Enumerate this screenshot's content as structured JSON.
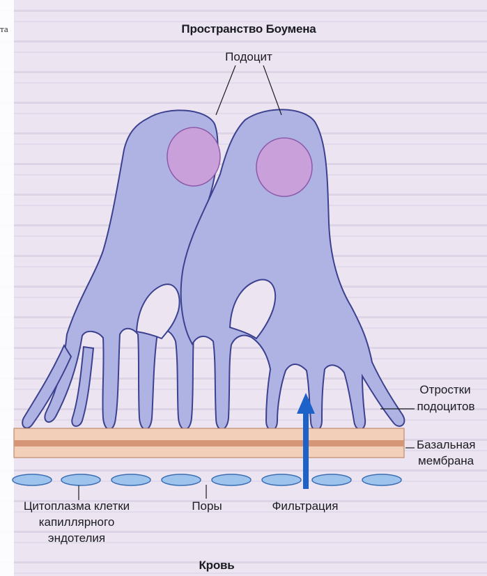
{
  "edge_fragment": "та",
  "labels": {
    "bowman_space": "Пространство Боумена",
    "podocyte": "Подоцит",
    "foot_processes_line1": "Отростки",
    "foot_processes_line2": "подоцитов",
    "basement_line1": "Базальная",
    "basement_line2": "мембрана",
    "cytoplasm_line1": "Цитоплазма клетки",
    "cytoplasm_line2": "капиллярного",
    "cytoplasm_line3": "эндотелия",
    "pores": "Поры",
    "filtration": "Фильтрация",
    "blood": "Кровь"
  },
  "colors": {
    "cell_fill": "#aeb3e4",
    "cell_stroke": "#3c418f",
    "nucleus_fill": "#caa0db",
    "membrane_outer": "#f1cfb8",
    "membrane_inner": "#d59678",
    "endothelium_fill": "#9ec3ec",
    "endothelium_stroke": "#3b6fb5",
    "filtration_arrow": "#1c62c9",
    "background_tint": "#ece5f1"
  }
}
